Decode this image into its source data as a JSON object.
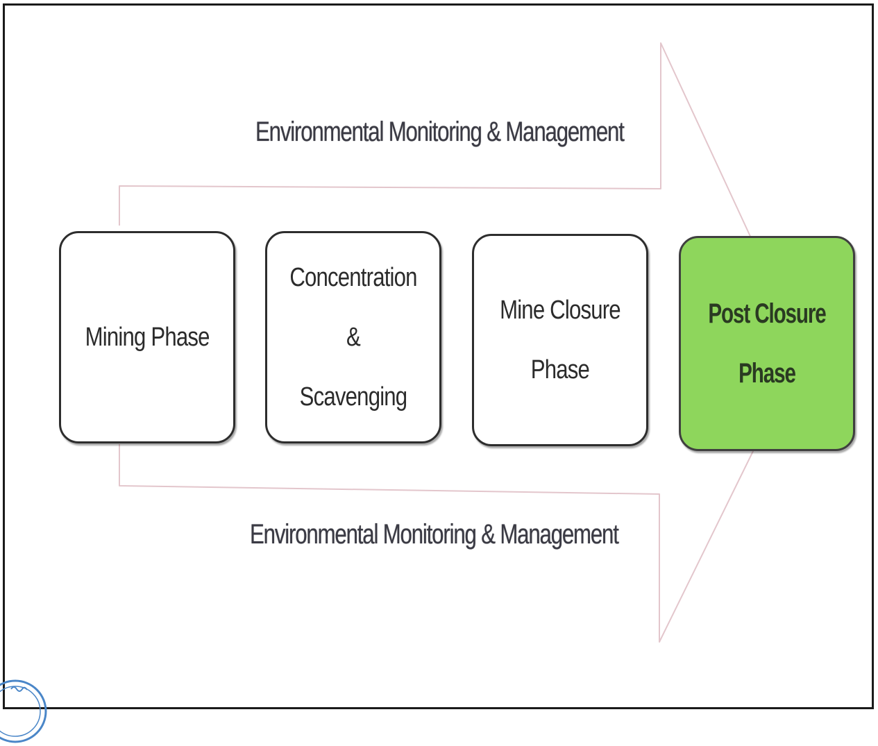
{
  "diagram": {
    "banner_top_label": "Environmental Monitoring & Management",
    "banner_bottom_label": "Environmental Monitoring & Management",
    "phases": [
      {
        "label_line1": "Mining Phase",
        "label_line2": ""
      },
      {
        "label_line1": "Concentration &",
        "label_line2": "Scavenging"
      },
      {
        "label_line1": "Mine Closure",
        "label_line2": "Phase"
      },
      {
        "label_line1": "Post Closure Phase",
        "label_line2": ""
      }
    ],
    "colors": {
      "highlight_fill": "#8ed65c",
      "box_border": "#2d2d2d",
      "arrow_outline": "#d9b8c0"
    }
  }
}
